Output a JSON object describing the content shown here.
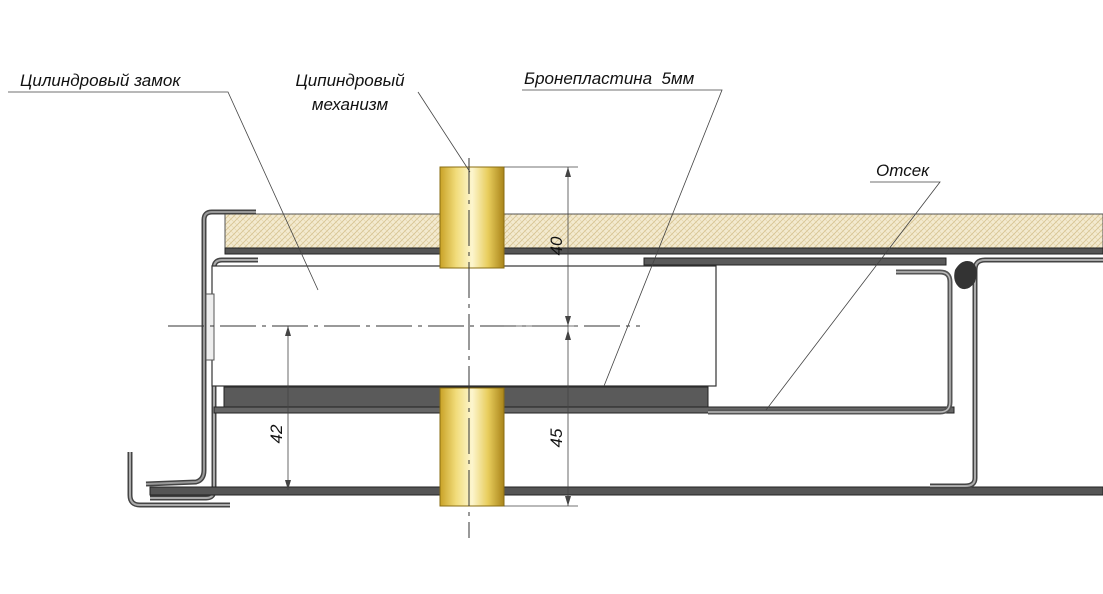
{
  "labels": {
    "cylinder_lock": "Цилиндровый замок",
    "cylinder_mech_line1": "Ципиндровый",
    "cylinder_mech_line2": "механизм",
    "armor_plate": "Бронепластина  5мм",
    "compartment": "Отсек"
  },
  "dimensions": {
    "top": "40",
    "bottom_right": "45",
    "bottom_left": "42"
  },
  "colors": {
    "insulation": "#f3ead0",
    "insulation_hatch": "#d9c89a",
    "metal": "#555555",
    "metal_dark": "#333333",
    "armor": "#5a5a5a",
    "cylinder_light": "#fbf3c4",
    "cylinder_mid": "#e9cf60",
    "cylinder_dark": "#b18f1a"
  }
}
